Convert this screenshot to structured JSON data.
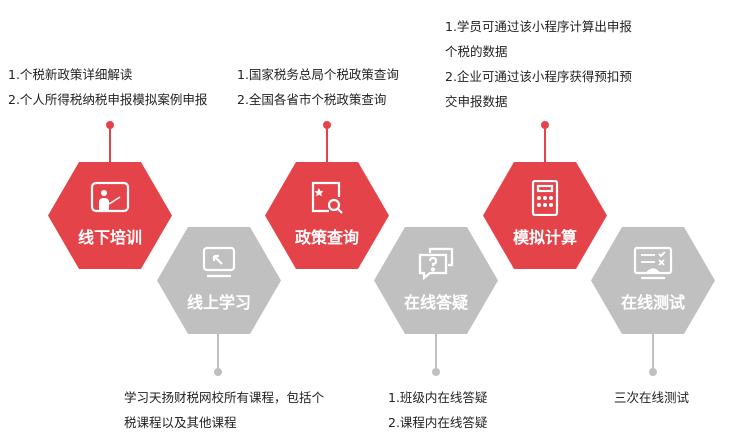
{
  "colors": {
    "accent": "#e5434a",
    "muted": "#c0c0c0"
  },
  "steps": [
    {
      "title": "线下培训",
      "icon": "teacher-board-icon",
      "desc": [
        "1.个税新政策详细解读",
        "2.个人所得税纳税申报模拟案例申报"
      ]
    },
    {
      "title": "线上学习",
      "icon": "monitor-cursor-icon",
      "desc": [
        "学习天扬财税网校所有课程，包括个",
        "税课程以及其他课程"
      ]
    },
    {
      "title": "政策查询",
      "icon": "document-search-icon",
      "desc": [
        "1.国家税务总局个税政策查询",
        "2.全国各省市个税政策查询"
      ]
    },
    {
      "title": "在线答疑",
      "icon": "chat-question-icon",
      "desc": [
        "1.班级内在线答疑",
        "2.课程内在线答疑"
      ]
    },
    {
      "title": "模拟计算",
      "icon": "calculator-icon",
      "desc": [
        "1.学员可通过该小程序计算出申报",
        "个税的数据",
        "2.企业可通过该小程序获得预扣预",
        "交申报数据"
      ]
    },
    {
      "title": "在线测试",
      "icon": "test-checklist-icon",
      "desc": [
        "三次在线测试"
      ]
    }
  ]
}
